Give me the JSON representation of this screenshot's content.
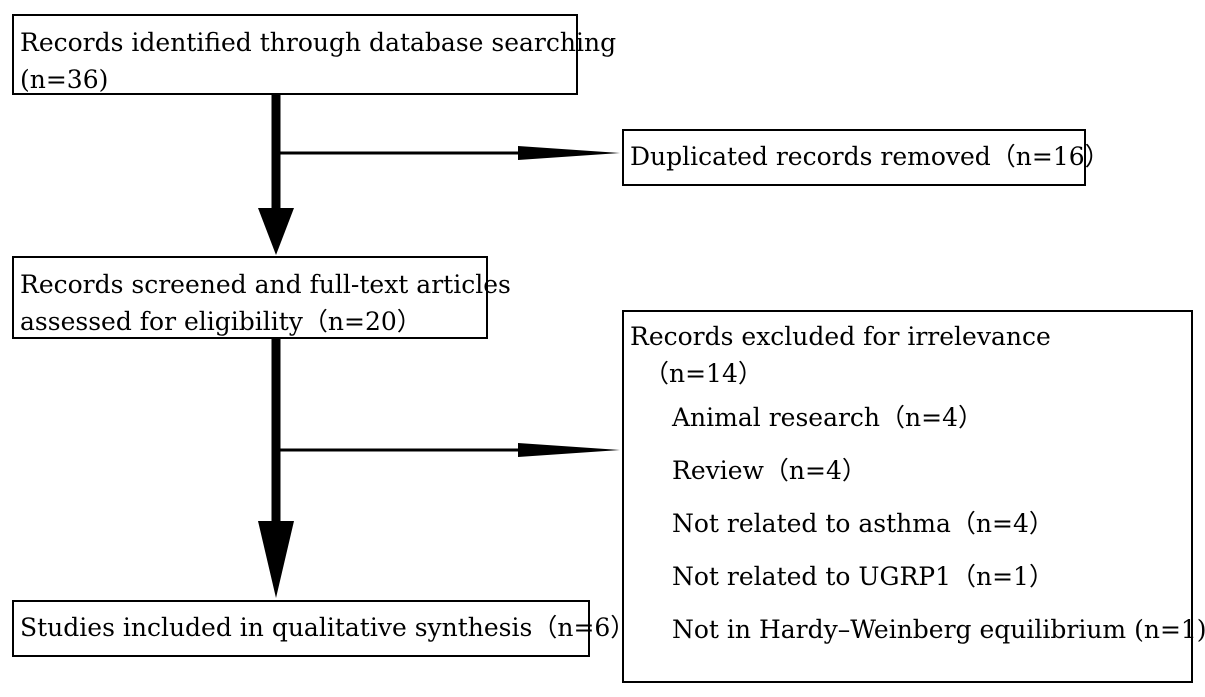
{
  "boxes": {
    "identified": {
      "line1": "Records identified through database searching",
      "line2": "(n=36)"
    },
    "duplicates": {
      "text": "Duplicated records removed（n=16）"
    },
    "screened": {
      "line1": "Records screened and full-text articles",
      "line2": "assessed for eligibility（n=20）"
    },
    "excluded": {
      "title": "Records excluded for irrelevance",
      "count": "（n=14）",
      "items": [
        "Animal research（n=4）",
        "Review（n=4）",
        "Not related to asthma（n=4）",
        "Not related to UGRP1（n=1）",
        "Not in Hardy–Weinberg equilibrium (n=1)"
      ]
    },
    "included": {
      "text": "Studies included in qualitative synthesis（n=6）"
    }
  }
}
